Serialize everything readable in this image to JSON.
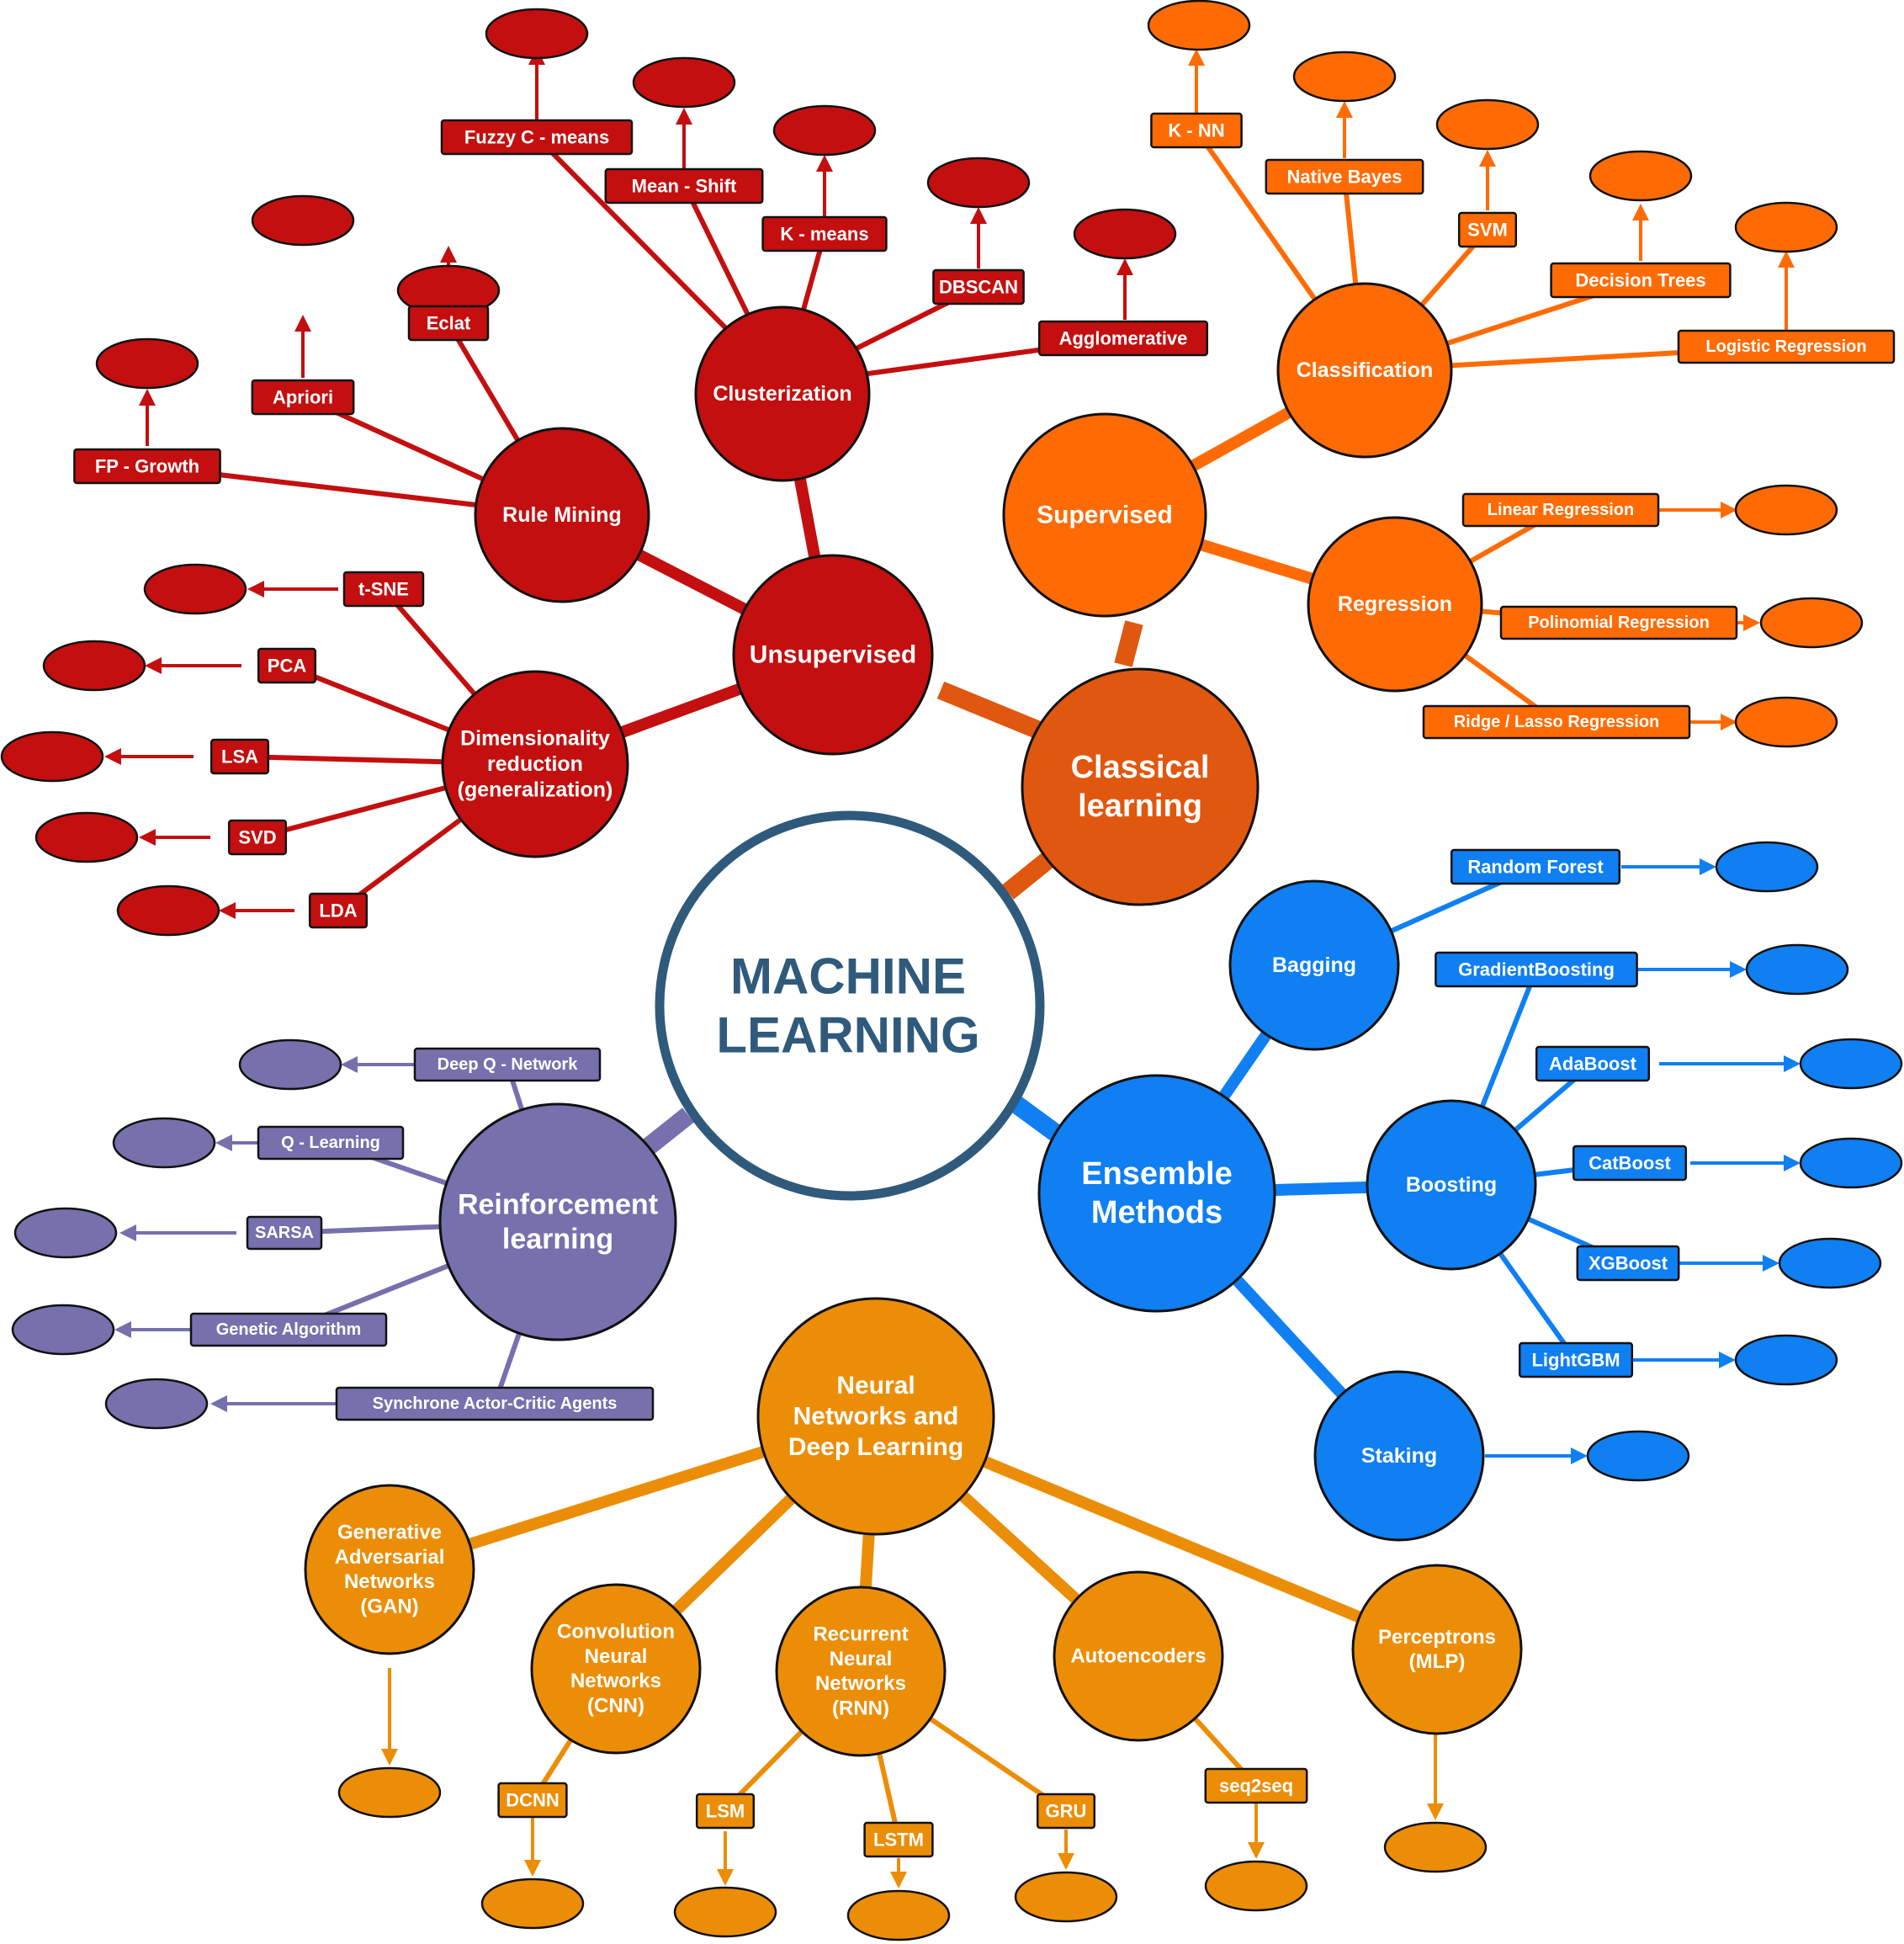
{
  "center": {
    "line1": "MACHINE",
    "line2": "LEARNING"
  },
  "colors": {
    "center_ring": "#2f5a7c",
    "center_text": "#2f5a7c",
    "classical_hub": "#e0570f",
    "unsupervised": "#c30f0f",
    "supervised": "#fe6b05",
    "ensemble": "#0f7ff2",
    "neural": "#ec8d07",
    "reinforcement": "#7670ad",
    "outline": "#111111"
  },
  "hubs": {
    "classical": [
      "Classical",
      "learning"
    ],
    "ensemble": [
      "Ensemble",
      "Methods"
    ],
    "neural": [
      "Neural",
      "Networks and",
      "Deep Learning"
    ],
    "reinforcement": [
      "Reinforcement",
      "learning"
    ]
  },
  "unsupervised": {
    "label": [
      "Unsupervised"
    ],
    "clusterization": {
      "label": [
        "Clusterization"
      ],
      "items": [
        "Fuzzy C - means",
        "Mean - Shift",
        "K - means",
        "DBSCAN",
        "Agglomerative"
      ]
    },
    "rule_mining": {
      "label": [
        "Rule Mining"
      ],
      "items": [
        "Eclat",
        "Apriori",
        "FP - Growth"
      ]
    },
    "dimensionality": {
      "label": [
        "Dimensionality",
        "reduction",
        "(generalization)"
      ],
      "items": [
        "t-SNE",
        "PCA",
        "LSA",
        "SVD",
        "LDA"
      ]
    }
  },
  "supervised": {
    "label": [
      "Supervised"
    ],
    "classification": {
      "label": [
        "Classification"
      ],
      "items": [
        "K - NN",
        "Native Bayes",
        "SVM",
        "Decision Trees",
        "Logistic Regression"
      ]
    },
    "regression": {
      "label": [
        "Regression"
      ],
      "items": [
        "Linear Regression",
        "Polinomial Regression",
        "Ridge / Lasso Regression"
      ]
    }
  },
  "ensemble": {
    "bagging": {
      "label": [
        "Bagging"
      ],
      "items": [
        "Random Forest"
      ]
    },
    "boosting": {
      "label": [
        "Boosting"
      ],
      "items": [
        "GradientBoosting",
        "AdaBoost",
        "CatBoost",
        "XGBoost",
        "LightGBM"
      ]
    },
    "staking": {
      "label": [
        "Staking"
      ]
    }
  },
  "neural": {
    "gan": {
      "label": [
        "Generative",
        "Adversarial",
        "Networks",
        "(GAN)"
      ]
    },
    "cnn": {
      "label": [
        "Convolution",
        "Neural",
        "Networks",
        "(CNN)"
      ],
      "items": [
        "DCNN"
      ]
    },
    "rnn": {
      "label": [
        "Recurrent",
        "Neural",
        "Networks",
        "(RNN)"
      ],
      "items": [
        "LSM",
        "LSTM",
        "GRU"
      ]
    },
    "autoencoders": {
      "label": [
        "Autoencoders"
      ],
      "items": [
        "seq2seq"
      ]
    },
    "perceptrons": {
      "label": [
        "Perceptrons",
        "(MLP)"
      ]
    }
  },
  "reinforcement": {
    "items": [
      "Deep Q - Network",
      "Q - Learning",
      "SARSA",
      "Genetic Algorithm",
      "Synchrone Actor-Critic Agents"
    ]
  }
}
